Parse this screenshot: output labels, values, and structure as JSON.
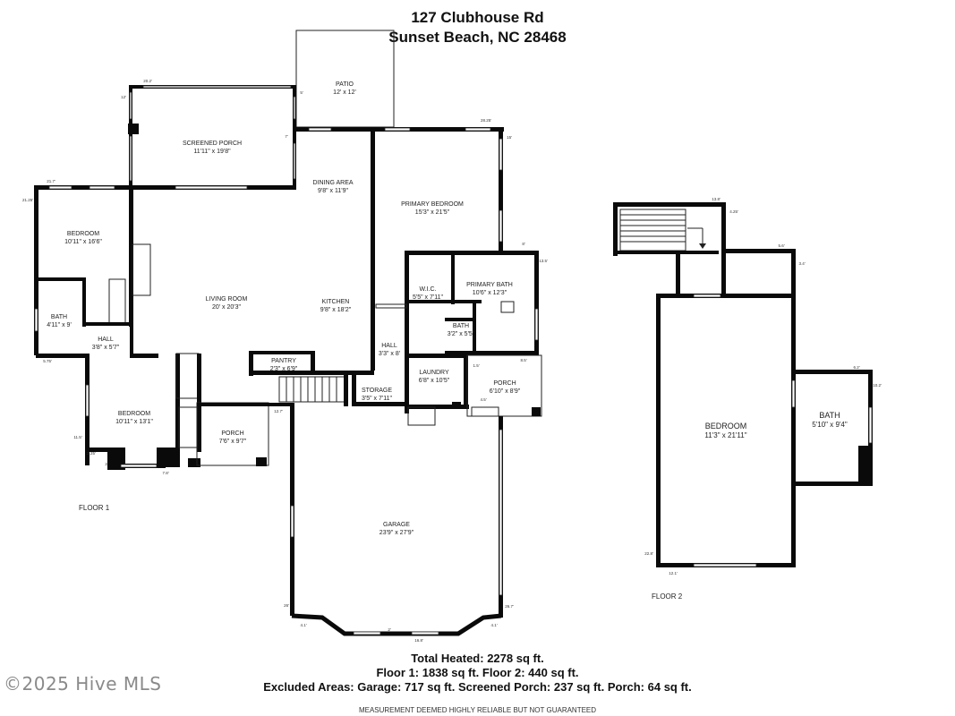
{
  "header": {
    "address_line1": "127 Clubhouse Rd",
    "address_line2": "Sunset Beach, NC 28468"
  },
  "floors": [
    {
      "label": "FLOOR 1",
      "rooms": [
        {
          "id": "patio",
          "name": "PATIO",
          "dims": "12' x 12'"
        },
        {
          "id": "screened_porch",
          "name": "SCREENED PORCH",
          "dims": "11'11\" x 19'8\""
        },
        {
          "id": "dining_area",
          "name": "DINING AREA",
          "dims": "9'8\" x 11'9\""
        },
        {
          "id": "primary_bedroom",
          "name": "PRIMARY BEDROOM",
          "dims": "15'3\" x 21'5\""
        },
        {
          "id": "bedroom1",
          "name": "BEDROOM",
          "dims": "10'11\" x 16'6\""
        },
        {
          "id": "living_room",
          "name": "LIVING ROOM",
          "dims": "20' x 20'3\""
        },
        {
          "id": "kitchen",
          "name": "KITCHEN",
          "dims": "9'8\" x 18'2\""
        },
        {
          "id": "wic",
          "name": "W.I.C.",
          "dims": "5'5\" x 7'11\""
        },
        {
          "id": "primary_bath",
          "name": "PRIMARY BATH",
          "dims": "10'6\" x 12'3\""
        },
        {
          "id": "bath1",
          "name": "BATH",
          "dims": "4'11\" x 9'"
        },
        {
          "id": "hall1",
          "name": "HALL",
          "dims": "3'8\" x 5'7\""
        },
        {
          "id": "bath2",
          "name": "BATH",
          "dims": "3'2\" x 5'5\""
        },
        {
          "id": "hall2",
          "name": "HALL",
          "dims": "3'3\" x 8'"
        },
        {
          "id": "pantry",
          "name": "PANTRY",
          "dims": "2'3\" x 6'9\""
        },
        {
          "id": "laundry",
          "name": "LAUNDRY",
          "dims": "6'8\" x 10'5\""
        },
        {
          "id": "porch2",
          "name": "PORCH",
          "dims": "6'10\" x 8'9\""
        },
        {
          "id": "storage",
          "name": "STORAGE",
          "dims": "3'5\" x 7'11\""
        },
        {
          "id": "bedroom2",
          "name": "BEDROOM",
          "dims": "10'11\" x 13'1\""
        },
        {
          "id": "porch1",
          "name": "PORCH",
          "dims": "7'6\" x 9'7\""
        },
        {
          "id": "garage",
          "name": "GARAGE",
          "dims": "23'9\" x 27'9\""
        }
      ]
    },
    {
      "label": "FLOOR 2",
      "rooms": [
        {
          "id": "bedroom3",
          "name": "BEDROOM",
          "dims": "11'3\" x 21'11\""
        },
        {
          "id": "bath3",
          "name": "BATH",
          "dims": "5'10\" x 9'4\""
        }
      ]
    }
  ],
  "dimension_marks": [
    "20.2'",
    "12'",
    "5'",
    "7'",
    "28.25'",
    "15'",
    "21.7'",
    "21.25'",
    "8'",
    "13.5'",
    "5.75'",
    "1.5'",
    "8.5'",
    "4.5'",
    "12.7'",
    "11.5'",
    "3.25'",
    "2'",
    "7.8'",
    "26'",
    "4.1'",
    "2'",
    "16.8'",
    "4.1'",
    "26.7'",
    "13.8'",
    "4.25'",
    "5.6'",
    "3.4'",
    "6.2'",
    "10.2'",
    "22.8'",
    "12.1'"
  ],
  "totals": {
    "heated": "Total Heated: 2278 sq ft.",
    "floors": "Floor 1: 1838 sq ft. Floor 2: 440 sq ft.",
    "excluded": "Excluded Areas: Garage: 717 sq ft. Screened Porch: 237 sq ft. Porch: 64 sq ft."
  },
  "disclaimer": "MEASUREMENT DEEMED HIGHLY RELIABLE BUT NOT GUARANTEED",
  "watermark": "©2025 Hive MLS"
}
